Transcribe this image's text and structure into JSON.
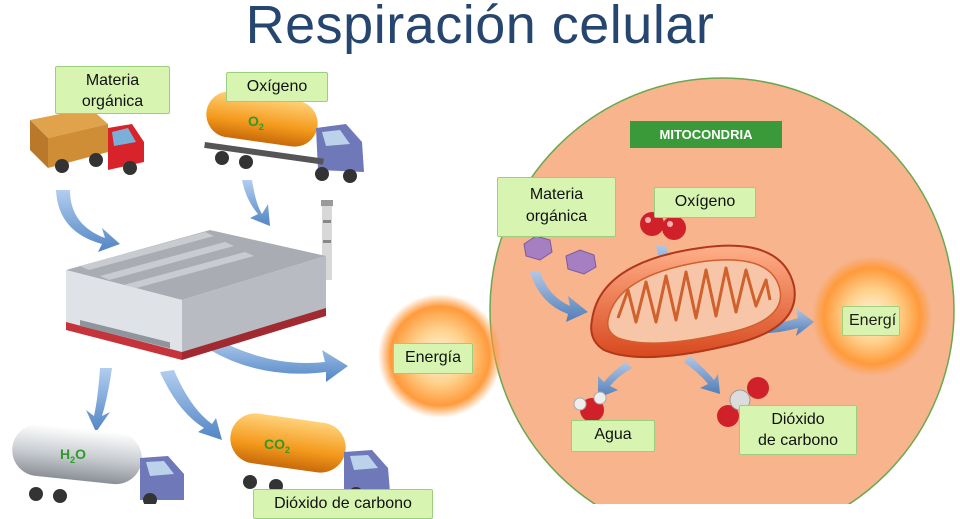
{
  "title": "Respiración celular",
  "factory_side": {
    "materia_label": "Materia\norgánica",
    "oxigeno_label": "Oxígeno",
    "oxigeno_formula_main": "O",
    "oxigeno_formula_sub": "2",
    "energia_label": "Energía",
    "agua_formula_main_1": "H",
    "agua_formula_sub": "2",
    "agua_formula_main_2": "O",
    "co2_formula_main": "CO",
    "co2_formula_sub": "2",
    "dioxido_label_partial": "Dióxido de carbono"
  },
  "cell_side": {
    "mitocondria_tag": "MITOCONDRIA",
    "materia_label": "Materia\norgánica",
    "oxigeno_label": "Oxígeno",
    "energia_label": "Energí",
    "agua_label": "Agua",
    "dioxido_label": "Dióxido\nde carbono"
  },
  "colors": {
    "title": "#27466f",
    "label_fill": "#d7f5b1",
    "label_border": "#9ccf7d",
    "cell_fill": "#f7b48d",
    "mitocondria_tag": "#3a9a3a",
    "arrow": "#4f86c6",
    "chem_text": "#2f9a2a"
  }
}
